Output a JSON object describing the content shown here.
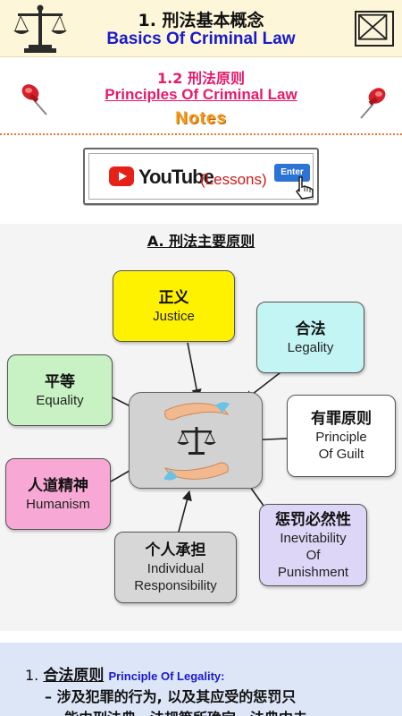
{
  "header": {
    "title_zh": "1. 刑法基本概念",
    "title_en": "Basics Of Criminal Law",
    "logo_icon": "scales-of-justice-icon",
    "close_icon": "close-x-icon"
  },
  "section": {
    "title_zh": "1.2 刑法原则",
    "title_en": "Principles Of Criminal Law",
    "notes_label": "Notes",
    "pin_icon": "pushpin-icon"
  },
  "youtube_button": {
    "brand": "YouTube",
    "label": "(Lessons)",
    "enter_key": "Enter"
  },
  "diagram": {
    "title": "A. 刑法主要原则",
    "center_icon": "hands-with-scales-icon",
    "nodes": {
      "justice": {
        "zh": "正义",
        "en": "Justice",
        "color": "#fff200"
      },
      "legality": {
        "zh": "合法",
        "en": "Legality",
        "color": "#c4f5f5"
      },
      "equality": {
        "zh": "平等",
        "en": "Equality",
        "color": "#c8f2c4"
      },
      "guilt": {
        "zh": "有罪原则",
        "en1": "Principle",
        "en2": "Of Guilt",
        "color": "#ffffff"
      },
      "humanism": {
        "zh": "人道精神",
        "en": "Humanism",
        "color": "#f7a8d4"
      },
      "punishment": {
        "zh": "惩罚必然性",
        "en1": "Inevitability",
        "en2": "Of",
        "en3": "Punishment",
        "color": "#ddd6f7"
      },
      "individual": {
        "zh": "个人承担",
        "en1": "Individual",
        "en2": "Responsibility",
        "color": "#d7d7d7"
      }
    }
  },
  "content": {
    "item_number": "1.",
    "item_title_zh": "合法原则",
    "item_title_en": "Principle Of Legality:",
    "line1": "– 涉及犯罪的行为, 以及其应受的惩罚只",
    "line2": "能由刑法典、法规等所确定。法典中未"
  }
}
